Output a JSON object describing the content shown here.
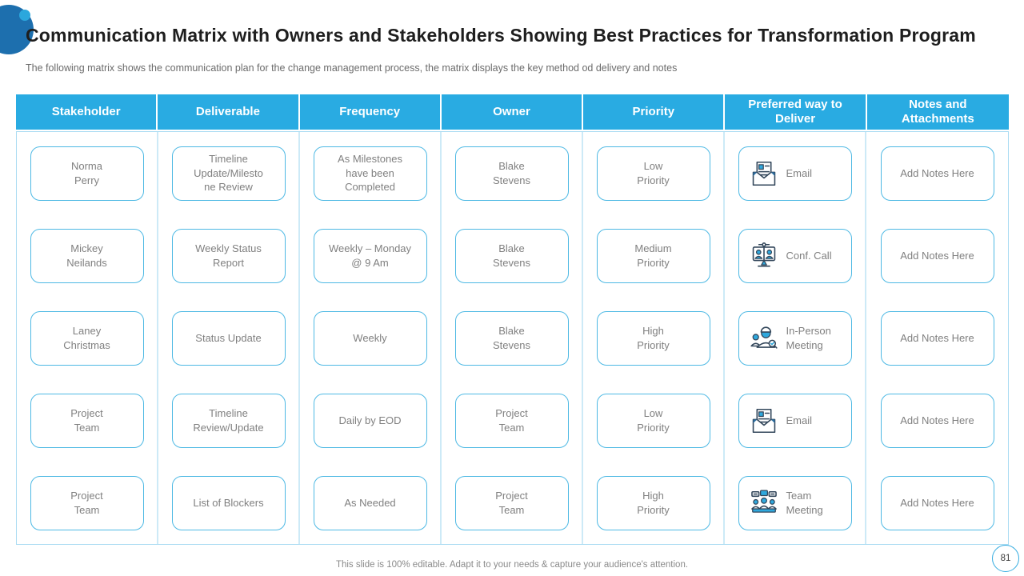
{
  "slide": {
    "title": "Communication Matrix with Owners and Stakeholders Showing Best Practices for Transformation Program",
    "subtitle": "The following matrix shows the communication plan for the change management process, the matrix displays the key method od delivery and notes",
    "footer": "This slide is 100% editable. Adapt it to your needs & capture your audience's attention.",
    "page_number": "81"
  },
  "colors": {
    "header_bg": "#29abe2",
    "box_border": "#4eb9e4",
    "grid_line": "#aadcf2",
    "cell_text": "#808080",
    "icon_navy": "#33475b",
    "icon_blue": "#2fa8dd",
    "logo_blue": "#1d6fae"
  },
  "table": {
    "columns": [
      "Stakeholder",
      "Deliverable",
      "Frequency",
      "Owner",
      "Priority",
      "Preferred way to Deliver",
      "Notes and Attachments"
    ],
    "rows": [
      {
        "stakeholder": "Norma Perry",
        "deliverable": "Timeline Update/Milestone Review",
        "frequency": "As Milestones have been Completed",
        "owner": "Blake Stevens",
        "priority": "Low Priority",
        "preferred": {
          "icon": "email-icon",
          "label": "Email"
        },
        "notes": "Add Notes Here"
      },
      {
        "stakeholder": "Mickey Neilands",
        "deliverable": "Weekly Status Report",
        "frequency": "Weekly – Monday @ 9 Am",
        "owner": "Blake Stevens",
        "priority": "Medium Priority",
        "preferred": {
          "icon": "conference-call-icon",
          "label": "Conf. Call"
        },
        "notes": "Add Notes Here"
      },
      {
        "stakeholder": "Laney Christmas",
        "deliverable": "Status Update",
        "frequency": "Weekly",
        "owner": "Blake Stevens",
        "priority": "High Priority",
        "preferred": {
          "icon": "in-person-meeting-icon",
          "label": "In-Person Meeting"
        },
        "notes": "Add Notes Here"
      },
      {
        "stakeholder": "Project Team",
        "deliverable": "Timeline Review/Update",
        "frequency": "Daily by EOD",
        "owner": "Project Team",
        "priority": "Low Priority",
        "preferred": {
          "icon": "email-icon",
          "label": "Email"
        },
        "notes": "Add Notes Here"
      },
      {
        "stakeholder": "Project Team",
        "deliverable": "List of Blockers",
        "frequency": "As Needed",
        "owner": "Project Team",
        "priority": "High Priority",
        "preferred": {
          "icon": "team-meeting-icon",
          "label": "Team Meeting"
        },
        "notes": "Add Notes Here"
      }
    ]
  }
}
